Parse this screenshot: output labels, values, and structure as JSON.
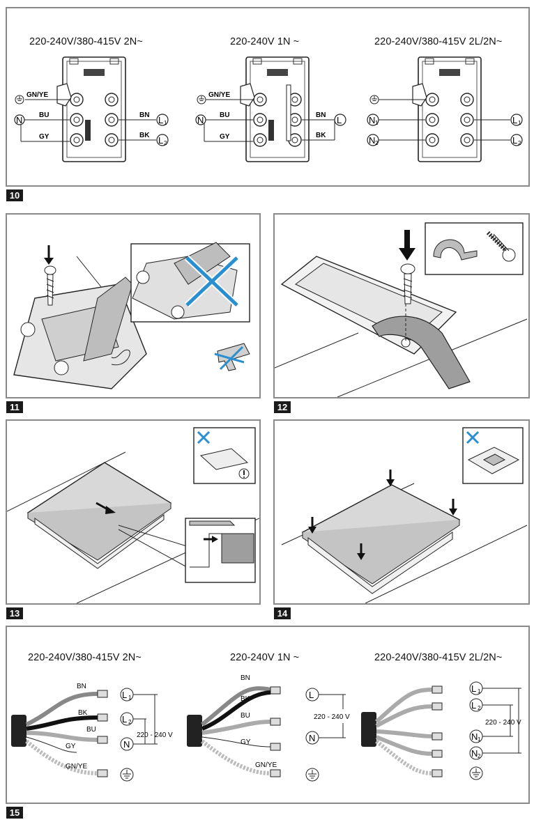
{
  "figures": {
    "f10": {
      "number": "10",
      "variants": [
        {
          "title": "220-240V/380-415V 2N~",
          "ground_wire": "GN/YE",
          "neutral": "N",
          "wires": [
            "BU",
            "GY",
            "BN",
            "BK"
          ],
          "l1": "L",
          "l1_sub": "1",
          "l2": "L",
          "l2_sub": "2"
        },
        {
          "title": "220-240V 1N ~",
          "ground_wire": "GN/YE",
          "neutral": "N",
          "wires": [
            "BU",
            "GY",
            "BN",
            "BK"
          ],
          "line": "L"
        },
        {
          "title": "220-240V/380-415V 2L/2N~",
          "n1": "N",
          "n1_sub": "1",
          "n2": "N",
          "n2_sub": "2",
          "l1": "L",
          "l1_sub": "1",
          "l2": "L",
          "l2_sub": "2"
        }
      ]
    },
    "f11": {
      "number": "11"
    },
    "f12": {
      "number": "12"
    },
    "f13": {
      "number": "13"
    },
    "f14": {
      "number": "14"
    },
    "f15": {
      "number": "15",
      "variants": [
        {
          "title": "220-240V/380-415V 2N~",
          "wires": [
            "BN",
            "BK",
            "BU",
            "GY",
            "GN/YE"
          ],
          "l1": "L",
          "l1_sub": "1",
          "l2": "L",
          "l2_sub": "2",
          "n": "N",
          "voltage": "220 - 240 V"
        },
        {
          "title": "220-240V 1N ~",
          "wires": [
            "BN",
            "BK",
            "BU",
            "GY",
            "GN/YE"
          ],
          "l": "L",
          "n": "N",
          "voltage": "220 - 240 V"
        },
        {
          "title": "220-240V/380-415V 2L/2N~",
          "l1": "L",
          "l1_sub": "1",
          "l2": "L",
          "l2_sub": "2",
          "n1": "N",
          "n1_sub": "1",
          "n2": "N",
          "n2_sub": "2",
          "voltage": "220 - 240 V"
        }
      ]
    }
  },
  "colors": {
    "border": "#8a8a8a",
    "badge": "#1a1a1a",
    "cross": "#2a8fd0",
    "plate": "#d8d8d8"
  }
}
